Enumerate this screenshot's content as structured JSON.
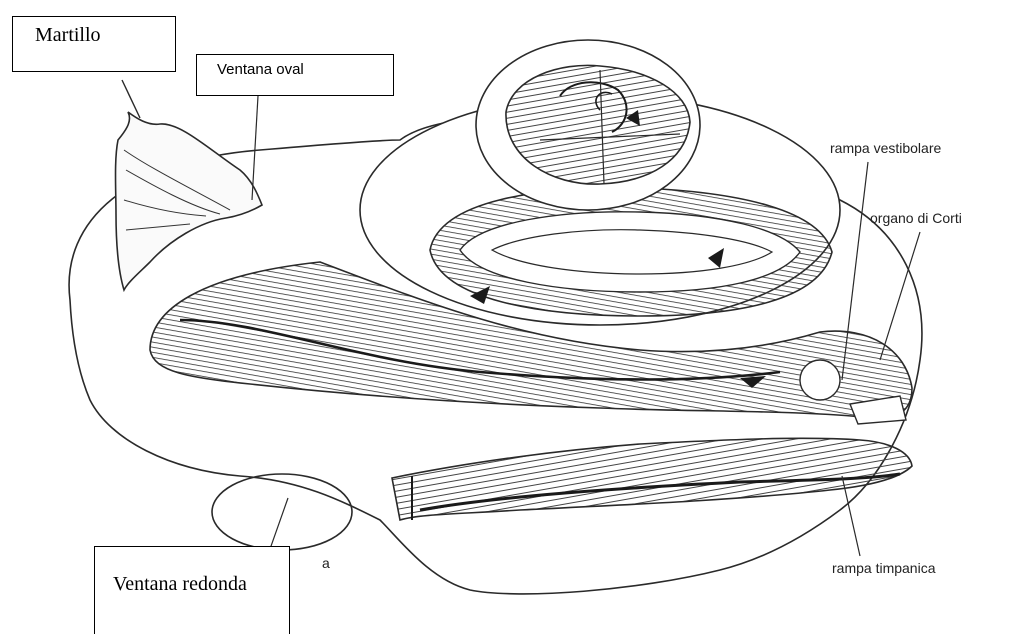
{
  "labels": {
    "martillo": "Martillo",
    "ventana_oval": "Ventana oval",
    "ventana_redonda": "Ventana redonda",
    "rampa_vestibolare": "rampa vestibolare",
    "organo_di_corti": "organo di Corti",
    "rampa_timpanica": "rampa timpanica",
    "occluded_label_fragment": "a"
  },
  "colors": {
    "line": "#2a2a2a",
    "shade": "#555555",
    "background": "#ffffff"
  }
}
